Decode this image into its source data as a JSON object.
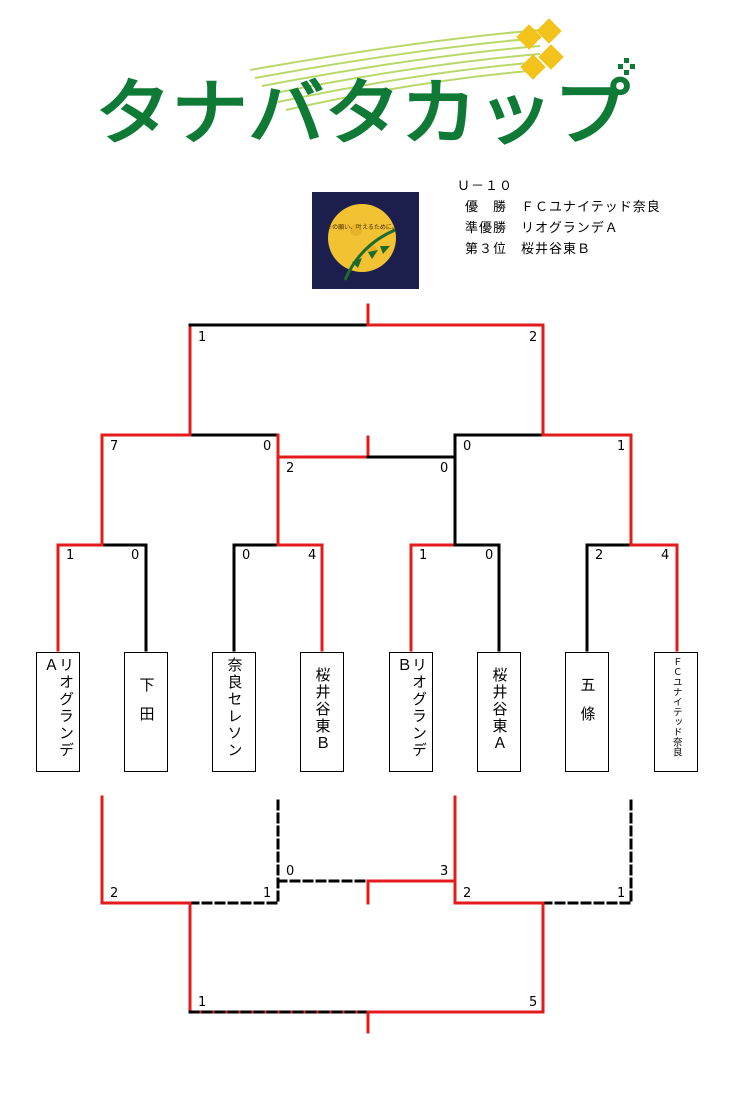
{
  "logo": {
    "text": "タナバタカップ",
    "colors": {
      "text": "#0f7a36",
      "accent": "#f3c21b",
      "stripes": "#b9d86a"
    }
  },
  "moon_image": {
    "caption": "その願い、叶えるために。",
    "colors": {
      "sky": "#1c1f4d",
      "moon": "#f2c233",
      "leaves": "#1f6b2a"
    }
  },
  "results": {
    "category": "Ｕ－１０",
    "champion": "優　勝　ＦＣユナイテッド奈良",
    "runner_up": "準優勝　リオグランデＡ",
    "third": "第３位　桜井谷東Ｂ"
  },
  "teams": [
    "リオグランデＡ",
    "下田",
    "奈良セレソン",
    "桜井谷東Ｂ",
    "リオグランデＢ",
    "桜井谷東Ａ",
    "五條",
    "ＦＣユナイテッド奈良"
  ],
  "round1_scores": [
    [
      "1",
      "0"
    ],
    [
      "0",
      "4"
    ],
    [
      "1",
      "0"
    ],
    [
      "2",
      "4"
    ]
  ],
  "semifinal_scores": [
    [
      "7",
      "0"
    ],
    [
      "0",
      "1"
    ]
  ],
  "final_scores": [
    "1",
    "2"
  ],
  "third_place_scores": [
    "2",
    "0"
  ],
  "lower_bracket": {
    "losers_scores": [
      [
        "2",
        "1"
      ],
      [
        "2",
        "1"
      ]
    ],
    "match_scores": [
      "0",
      "3"
    ],
    "playoff_scores": [
      "1",
      "5"
    ]
  },
  "colors": {
    "win": "#e31b1b",
    "lose": "#000000"
  }
}
